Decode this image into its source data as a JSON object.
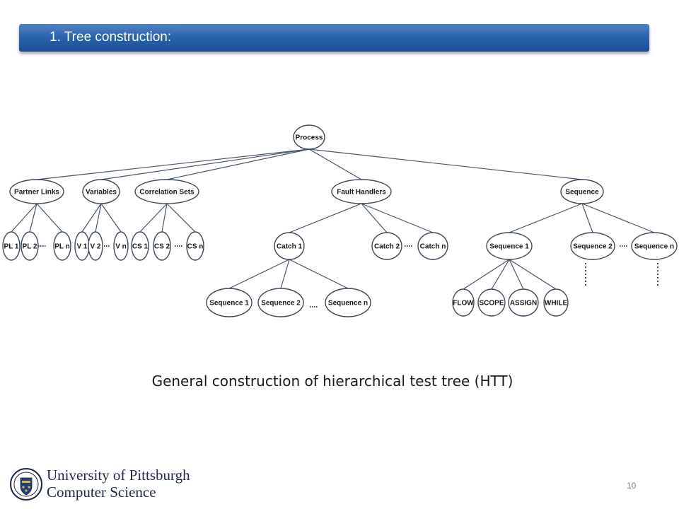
{
  "slide": {
    "title": "1. Tree construction:",
    "caption": "General construction of hierarchical test tree (HTT)",
    "page_number": "10"
  },
  "footer": {
    "university": "University of Pittsburgh",
    "department": "Computer Science"
  },
  "colors": {
    "title_bar": "#2a64ad",
    "node_stroke": "#3d4a5a",
    "edge": "#4a5666"
  },
  "diagram": {
    "nodes": [
      {
        "id": "process",
        "label": "Process"
      },
      {
        "id": "partner-links",
        "label": "Partner Links"
      },
      {
        "id": "variables",
        "label": "Variables"
      },
      {
        "id": "correlation-sets",
        "label": "Correlation Sets"
      },
      {
        "id": "fault-handlers",
        "label": "Fault Handlers"
      },
      {
        "id": "sequence",
        "label": "Sequence"
      },
      {
        "id": "pl1",
        "label": "PL 1"
      },
      {
        "id": "pl2",
        "label": "PL 2"
      },
      {
        "id": "pln",
        "label": "PL n"
      },
      {
        "id": "v1",
        "label": "V 1"
      },
      {
        "id": "v2",
        "label": "V 2"
      },
      {
        "id": "vn",
        "label": "V n"
      },
      {
        "id": "cs1",
        "label": "CS 1"
      },
      {
        "id": "cs2",
        "label": "CS 2"
      },
      {
        "id": "csn",
        "label": "CS n"
      },
      {
        "id": "catch1",
        "label": "Catch 1"
      },
      {
        "id": "catch2",
        "label": "Catch 2"
      },
      {
        "id": "catchn",
        "label": "Catch n"
      },
      {
        "id": "seq1",
        "label": "Sequence 1"
      },
      {
        "id": "seq2",
        "label": "Sequence 2"
      },
      {
        "id": "seqn",
        "label": "Sequence n"
      },
      {
        "id": "c-seq1",
        "label": "Sequence 1"
      },
      {
        "id": "c-seq2",
        "label": "Sequence 2"
      },
      {
        "id": "c-seqn",
        "label": "Sequence n"
      },
      {
        "id": "flow",
        "label": "FLOW"
      },
      {
        "id": "scope",
        "label": "SCOPE"
      },
      {
        "id": "assign",
        "label": "ASSIGN"
      },
      {
        "id": "while",
        "label": "WHILE"
      }
    ],
    "edges": [
      [
        "process",
        "partner-links"
      ],
      [
        "process",
        "variables"
      ],
      [
        "process",
        "correlation-sets"
      ],
      [
        "process",
        "fault-handlers"
      ],
      [
        "process",
        "sequence"
      ],
      [
        "partner-links",
        "pl1"
      ],
      [
        "partner-links",
        "pl2"
      ],
      [
        "partner-links",
        "pln"
      ],
      [
        "variables",
        "v1"
      ],
      [
        "variables",
        "v2"
      ],
      [
        "variables",
        "vn"
      ],
      [
        "correlation-sets",
        "cs1"
      ],
      [
        "correlation-sets",
        "cs2"
      ],
      [
        "correlation-sets",
        "csn"
      ],
      [
        "fault-handlers",
        "catch1"
      ],
      [
        "fault-handlers",
        "catch2"
      ],
      [
        "fault-handlers",
        "catchn"
      ],
      [
        "sequence",
        "seq1"
      ],
      [
        "sequence",
        "seq2"
      ],
      [
        "sequence",
        "seqn"
      ],
      [
        "catch1",
        "c-seq1"
      ],
      [
        "catch1",
        "c-seq2"
      ],
      [
        "catch1",
        "c-seqn"
      ],
      [
        "seq1",
        "flow"
      ],
      [
        "seq1",
        "scope"
      ],
      [
        "seq1",
        "assign"
      ],
      [
        "seq1",
        "while"
      ]
    ]
  }
}
